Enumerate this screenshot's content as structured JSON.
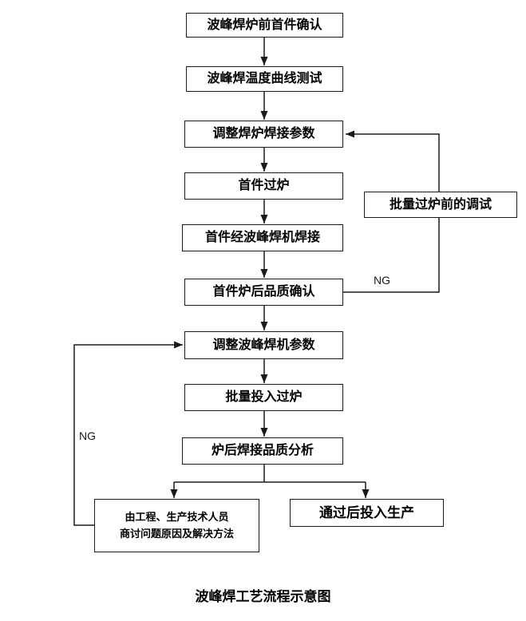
{
  "diagram": {
    "title": "波峰焊工艺流程示意图",
    "steps": [
      {
        "label": "波峰焊炉前首件确认"
      },
      {
        "label": "波峰焊温度曲线测试"
      },
      {
        "label": "调整焊炉焊接参数"
      },
      {
        "label": "首件过炉"
      },
      {
        "label": "首件经波峰焊机焊接"
      },
      {
        "label": "首件炉后品质确认"
      },
      {
        "label": "调整波峰焊机参数"
      },
      {
        "label": "批量投入过炉"
      },
      {
        "label": "炉后焊接品质分析"
      }
    ],
    "side_note": {
      "label": "批量过炉前的调试"
    },
    "discussion_box": {
      "line1": "由工程、生产技术人员",
      "line2": "商讨问题原因及解决方法"
    },
    "production_box": {
      "label": "通过后投入生产"
    },
    "labels": {
      "ng_right": "NG",
      "ng_left": "NG"
    },
    "colors": {
      "line": "#1a1a1a",
      "box_border": "#1a1a1a",
      "text": "#000000",
      "background": "#ffffff"
    }
  }
}
